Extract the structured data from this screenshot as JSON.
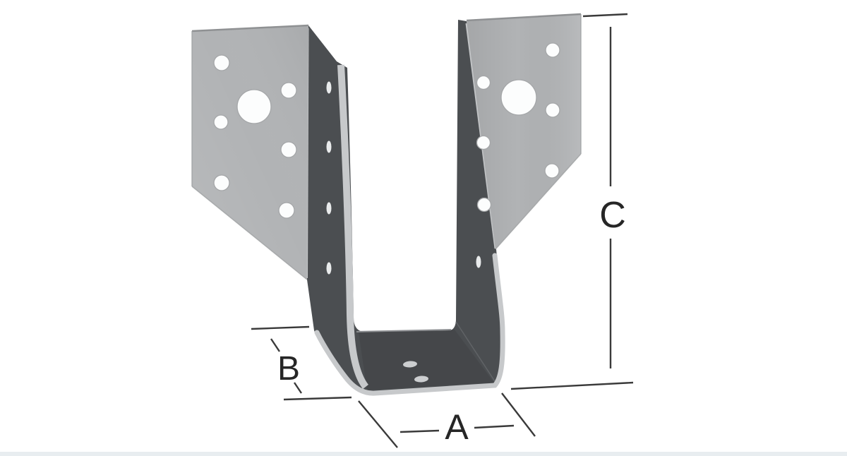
{
  "figure": {
    "background": "#ffffff",
    "bottom_edge_tint": "#e8edf0"
  },
  "dimensions": {
    "width_label": "A",
    "depth_label": "B",
    "height_label": "C"
  },
  "colors": {
    "plate": "#b1b3b5",
    "metal_dark": "#4b4e51",
    "edge_highlight": "#c7c9cb",
    "dimension_line": "#3a3a3a",
    "label_text": "#262626"
  }
}
